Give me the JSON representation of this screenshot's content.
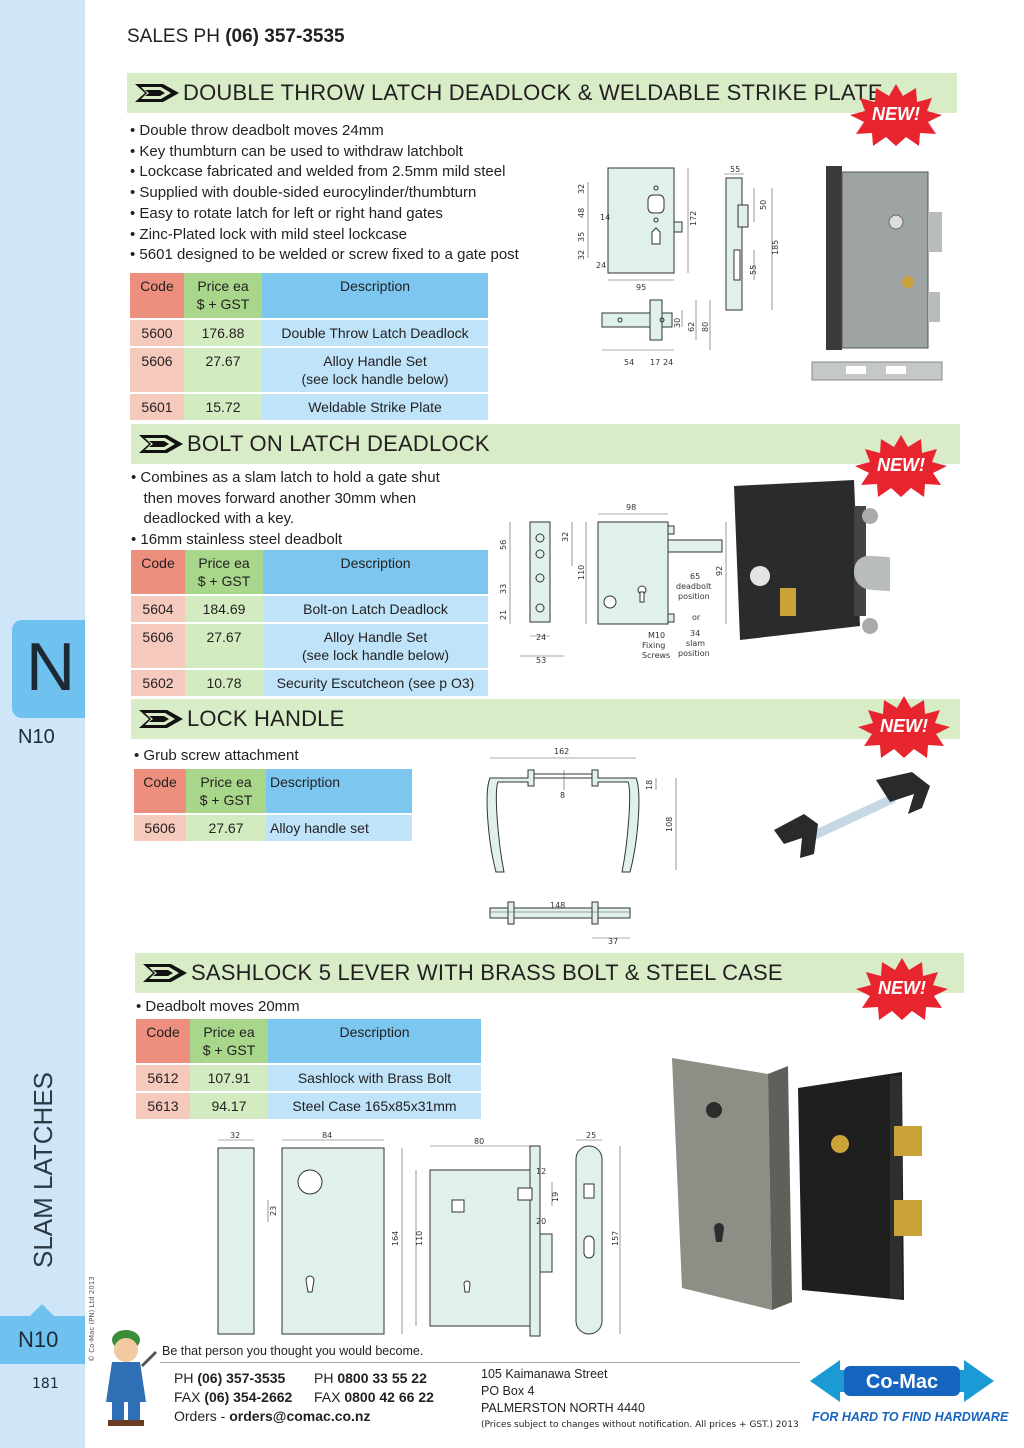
{
  "header": {
    "sales_label": "SALES  PH ",
    "sales_phone": "(06) 357-3535"
  },
  "sidebar": {
    "tab_letter": "N",
    "page_code_top": "N10",
    "category": "SLAM LATCHES",
    "copyright": "© Co-Mac (PN) Ltd 2013",
    "page_code_bottom": "N10",
    "page_number": "181"
  },
  "badge_text": "NEW!",
  "sections": [
    {
      "title": "DOUBLE THROW LATCH DEADLOCK & WELDABLE STRIKE PLATE",
      "bullets": [
        "• Double throw deadbolt moves 24mm",
        "• Key thumbturn can be used to withdraw latchbolt",
        "• Lockcase fabricated and welded from 2.5mm mild steel",
        "• Supplied with double-sided eurocylinder/thumbturn",
        "• Easy to rotate latch for left or right hand gates",
        "• Zinc-Plated lock with mild steel lockcase",
        "• 5601 designed to be welded or screw fixed to a gate post"
      ],
      "table": {
        "headers": [
          "Code",
          "Price ea\n$ + GST",
          "Description"
        ],
        "rows": [
          [
            "5600",
            "176.88",
            "Double Throw Latch Deadlock"
          ],
          [
            "5606",
            "27.67",
            "Alloy Handle Set\n(see lock handle below)"
          ],
          [
            "5601",
            "15.72",
            "Weldable Strike Plate"
          ]
        ]
      },
      "dims": [
        "32",
        "48",
        "14",
        "35",
        "32",
        "24",
        "95",
        "172",
        "55",
        "50",
        "185",
        "55",
        "30",
        "62",
        "80",
        "54",
        "17",
        "24"
      ]
    },
    {
      "title": "BOLT ON LATCH DEADLOCK",
      "bullets": [
        "• Combines as a slam latch to hold a gate shut",
        "   then moves forward another 30mm when",
        "   deadlocked with a key.",
        "• 16mm stainless steel deadbolt"
      ],
      "table": {
        "headers": [
          "Code",
          "Price ea\n$ + GST",
          "Description"
        ],
        "rows": [
          [
            "5604",
            "184.69",
            "Bolt-on Latch Deadlock"
          ],
          [
            "5606",
            "27.67",
            "Alloy Handle Set\n(see lock handle below)"
          ],
          [
            "5602",
            "10.78",
            "Security Escutcheon (see p O3)"
          ]
        ]
      },
      "dims": [
        "56",
        "32",
        "33",
        "21",
        "24",
        "53",
        "110",
        "98",
        "92",
        "65",
        "deadbolt",
        "position",
        "or",
        "34",
        "slam",
        "position",
        "M10",
        "Fixing",
        "Screws"
      ]
    },
    {
      "title": "LOCK HANDLE",
      "bullets": [
        "• Grub screw attachment"
      ],
      "table": {
        "headers": [
          "Code",
          "Price ea\n$ + GST",
          "Description"
        ],
        "rows": [
          [
            "5606",
            "27.67",
            "Alloy handle set"
          ]
        ]
      },
      "dims": [
        "162",
        "8",
        "18",
        "108",
        "148",
        "37"
      ]
    },
    {
      "title": "SASHLOCK 5 LEVER WITH BRASS BOLT & STEEL CASE",
      "bullets": [
        "• Deadbolt moves 20mm"
      ],
      "table": {
        "headers": [
          "Code",
          "Price ea\n$ + GST",
          "Description"
        ],
        "rows": [
          [
            "5612",
            "107.91",
            "Sashlock with Brass Bolt"
          ],
          [
            "5613",
            "94.17",
            "Steel Case 165x85x31mm"
          ]
        ]
      },
      "dims": [
        "32",
        "84",
        "23",
        "164",
        "80",
        "12",
        "19",
        "20",
        "110",
        "25",
        "157"
      ]
    }
  ],
  "footer": {
    "tagline": "Be that person you thought you would become.",
    "ph_label": "PH ",
    "ph": "(06) 357-3535",
    "fax_label": "FAX ",
    "fax": "(06) 354-2662",
    "orders_label": "Orders - ",
    "orders": "orders@comac.co.nz",
    "ph2_label": "PH ",
    "ph2": "0800 33 55 22",
    "fax2_label": "FAX ",
    "fax2": "0800 42 66 22",
    "address1": "105 Kaimanawa Street",
    "address2": "PO Box 4",
    "address3": "PALMERSTON NORTH 4440",
    "fine_print": "(Prices subject to changes without notification.  All prices + GST.)  2013",
    "logo": "Co-Mac",
    "logo_tagline": "FOR HARD TO FIND HARDWARE"
  },
  "colors": {
    "sidebar": "#cfe6f8",
    "tab": "#6fc2f0",
    "section_bar": "#d7ecc7",
    "badge": "#e8252f",
    "code_col": "#ec8f7f",
    "price_col": "#a8d68a",
    "desc_col": "#7cc6ef",
    "logo_blue": "#1565c0"
  }
}
